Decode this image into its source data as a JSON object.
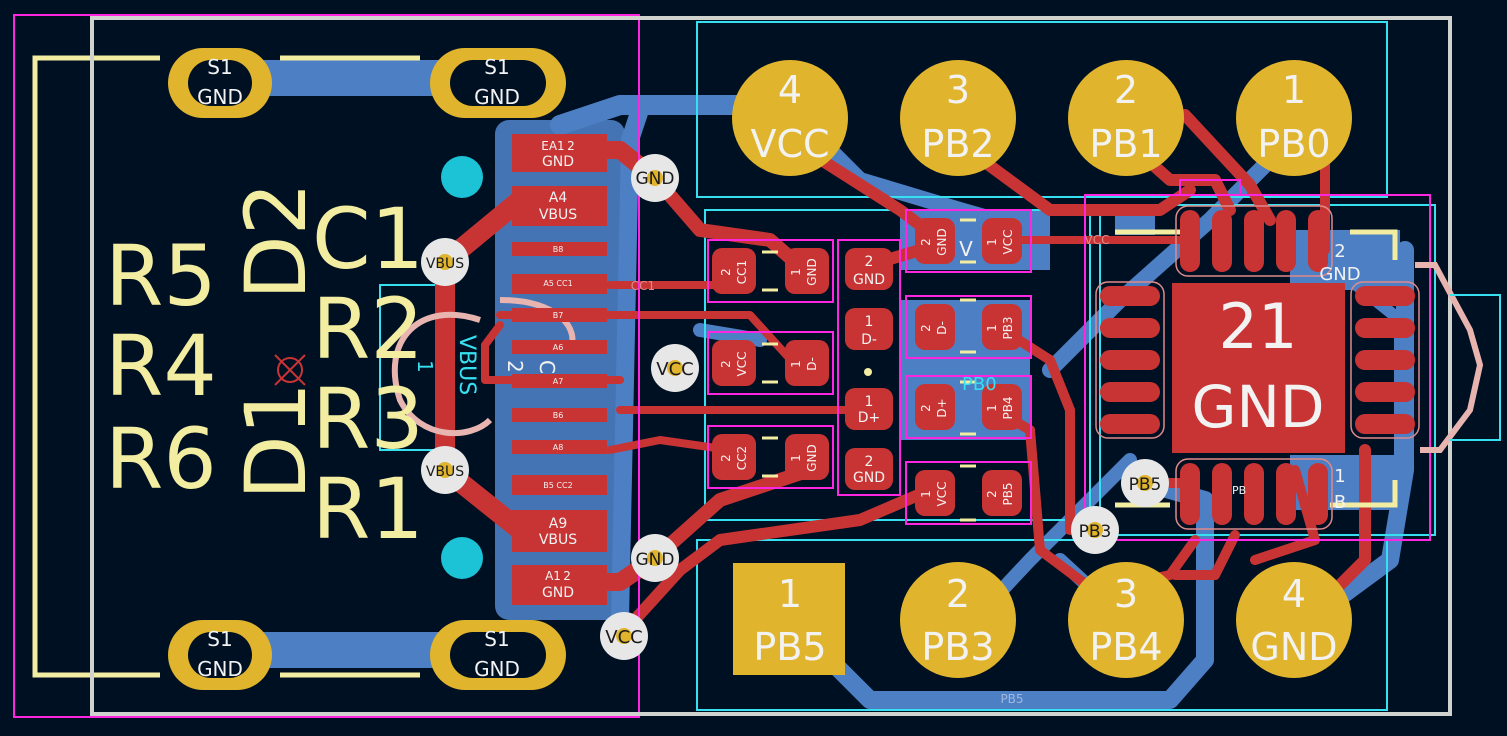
{
  "colors": {
    "background": "#001023",
    "copper_front": "#c83434",
    "copper_back": "#4d7fc4",
    "silkscreen": "#f2eda1",
    "courtyard": "#ff26e2",
    "fab": "#36e0f0",
    "edge_cuts": "#d0d2cd",
    "pad_gold": "#e0b42c",
    "via": "#e7e7e7",
    "hole": "#1cc2d6"
  },
  "silk_refs": {
    "r5": "R5",
    "r4": "R4",
    "r6": "R6",
    "d2": "D2",
    "d1": "D1",
    "c1": "C1",
    "r2": "R2",
    "r3": "R3",
    "r1": "R1"
  },
  "usb_shield_pads": [
    {
      "num": "S1",
      "net": "GND"
    },
    {
      "num": "S1",
      "net": "GND"
    },
    {
      "num": "S1",
      "net": "GND"
    },
    {
      "num": "S1",
      "net": "GND"
    }
  ],
  "usb_pads": {
    "a1b12": {
      "num": "EA1 2",
      "net": "GND"
    },
    "a4": {
      "num": "A4",
      "net": "VBUS"
    },
    "b8": "B8",
    "a5": "A5\nCC1",
    "b7": "B7",
    "a6": "A6",
    "a7": "A7",
    "b6": "B6",
    "a8": "A8",
    "b5": "B5\nCC2",
    "a9": {
      "num": "A9",
      "net": "VBUS"
    },
    "a12": {
      "num": "A1 2",
      "net": "GND"
    }
  },
  "vias": [
    "GND",
    "VBUS",
    "VCC",
    "VBUS",
    "GND",
    "VCC",
    "PB5",
    "PB3"
  ],
  "top_header": [
    {
      "num": "4",
      "net": "VCC"
    },
    {
      "num": "3",
      "net": "PB2"
    },
    {
      "num": "2",
      "net": "PB1"
    },
    {
      "num": "1",
      "net": "PB0"
    }
  ],
  "bottom_header": [
    {
      "num": "1",
      "net": "PB5"
    },
    {
      "num": "2",
      "net": "PB3"
    },
    {
      "num": "3",
      "net": "PB4"
    },
    {
      "num": "4",
      "net": "GND"
    }
  ],
  "passives": {
    "r_cc1": {
      "p1": "1",
      "n1": "GND",
      "p2": "2",
      "n2": "CC1"
    },
    "r_vcc": {
      "p1": "1",
      "n1": "D-",
      "p2": "2",
      "n2": "VCC"
    },
    "r_cc2": {
      "p1": "1",
      "n1": "GND",
      "p2": "2",
      "n2": "CC2"
    },
    "d_top": {
      "p1": "1",
      "n1": "D-",
      "p2": "2",
      "n2": "GND"
    },
    "d_bot": {
      "p1": "1",
      "n1": "D+",
      "p2": "2",
      "n2": "GND"
    },
    "c_top": {
      "p1": "1",
      "n1": "VCC",
      "p2": "2",
      "n2": "GND",
      "ref": "V"
    },
    "r_dm": {
      "p1": "1",
      "n1": "PB3",
      "p2": "2",
      "n2": "D-"
    },
    "r_dp": {
      "p1": "1",
      "n1": "PB4",
      "p2": "2",
      "n2": "D+"
    },
    "r_pb5": {
      "p1": "2",
      "n1": "PB5",
      "p2": "1",
      "n2": "VCC"
    }
  },
  "u1": {
    "epad_num": "21",
    "epad_net": "GND",
    "pin2_num": "2",
    "pin2_net": "GND",
    "pin1_num": "1",
    "pin1_net": "B"
  },
  "partial_labels": {
    "vbus_fab": "VBUS",
    "r_fab": "1",
    "c_fab": "C",
    "two_fab": "2",
    "pb0_hidden": "PB0",
    "pb_hidden": "PB"
  },
  "track_nets": {
    "cc1": "CC1",
    "vcc": "VCC",
    "pb5": "PB5"
  }
}
